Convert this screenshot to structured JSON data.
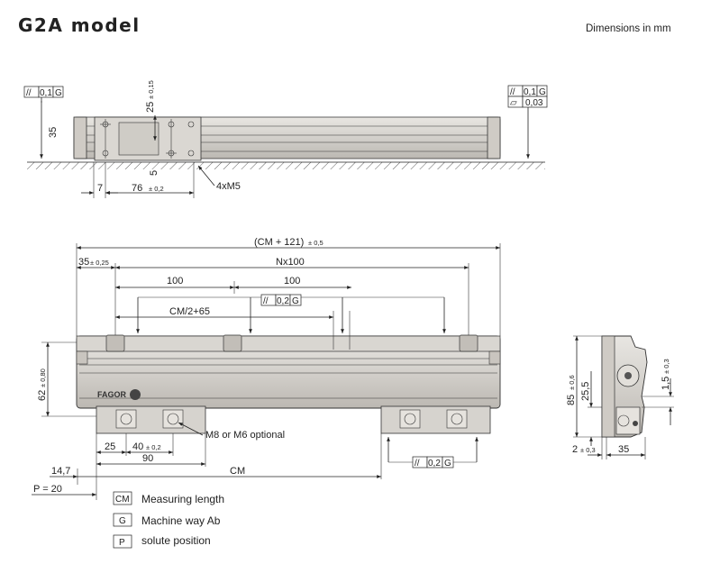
{
  "title": "G2A model",
  "units": "Dimensions in mm",
  "top_view": {
    "h35": "35",
    "v25": "25",
    "v25_tol": "± 0,15",
    "v5": "5",
    "h7": "7",
    "h76": "76",
    "h76_tol": "± 0,2",
    "holes": "4xM5",
    "tol_left": {
      "sym": "//",
      "val": "0,1",
      "ref": "G"
    },
    "tol_right1": {
      "sym": "//",
      "val": "0,1",
      "ref": "G"
    },
    "tol_right2": {
      "sym": "▱",
      "val": "0,03"
    }
  },
  "front_view": {
    "total": "(CM + 121)",
    "total_tol": "± 0,5",
    "d35": "35",
    "d35_tol": "± 0,25",
    "nx100": "Nx100",
    "d100a": "100",
    "d100b": "100",
    "cm2": "CM/2+65",
    "tol_mid": {
      "sym": "//",
      "val": "0,2",
      "ref": "G"
    },
    "h62": "62",
    "h62_tol": "± 0,80",
    "brand": "FAGOR",
    "m8": "M8 or M6 optional",
    "d25": "25",
    "d40": "40",
    "d40_tol": "± 0,2",
    "d90": "90",
    "d14": "14,7",
    "cm": "CM",
    "p20": "P = 20",
    "tol_bottom": {
      "sym": "//",
      "val": "0,2",
      "ref": "G"
    }
  },
  "side_view": {
    "h85": "85",
    "h85_tol": "± 0,6",
    "h25": "25,5",
    "h1_5": "1,5",
    "h1_5_tol": "± 0,3",
    "w2": "2",
    "w2_tol": "± 0,3",
    "w35": "35"
  },
  "legend": [
    {
      "code": "CM",
      "text": "Measuring length"
    },
    {
      "code": "G",
      "text": "Machine way  Ab"
    },
    {
      "code": "P",
      "text": "solute position"
    }
  ]
}
